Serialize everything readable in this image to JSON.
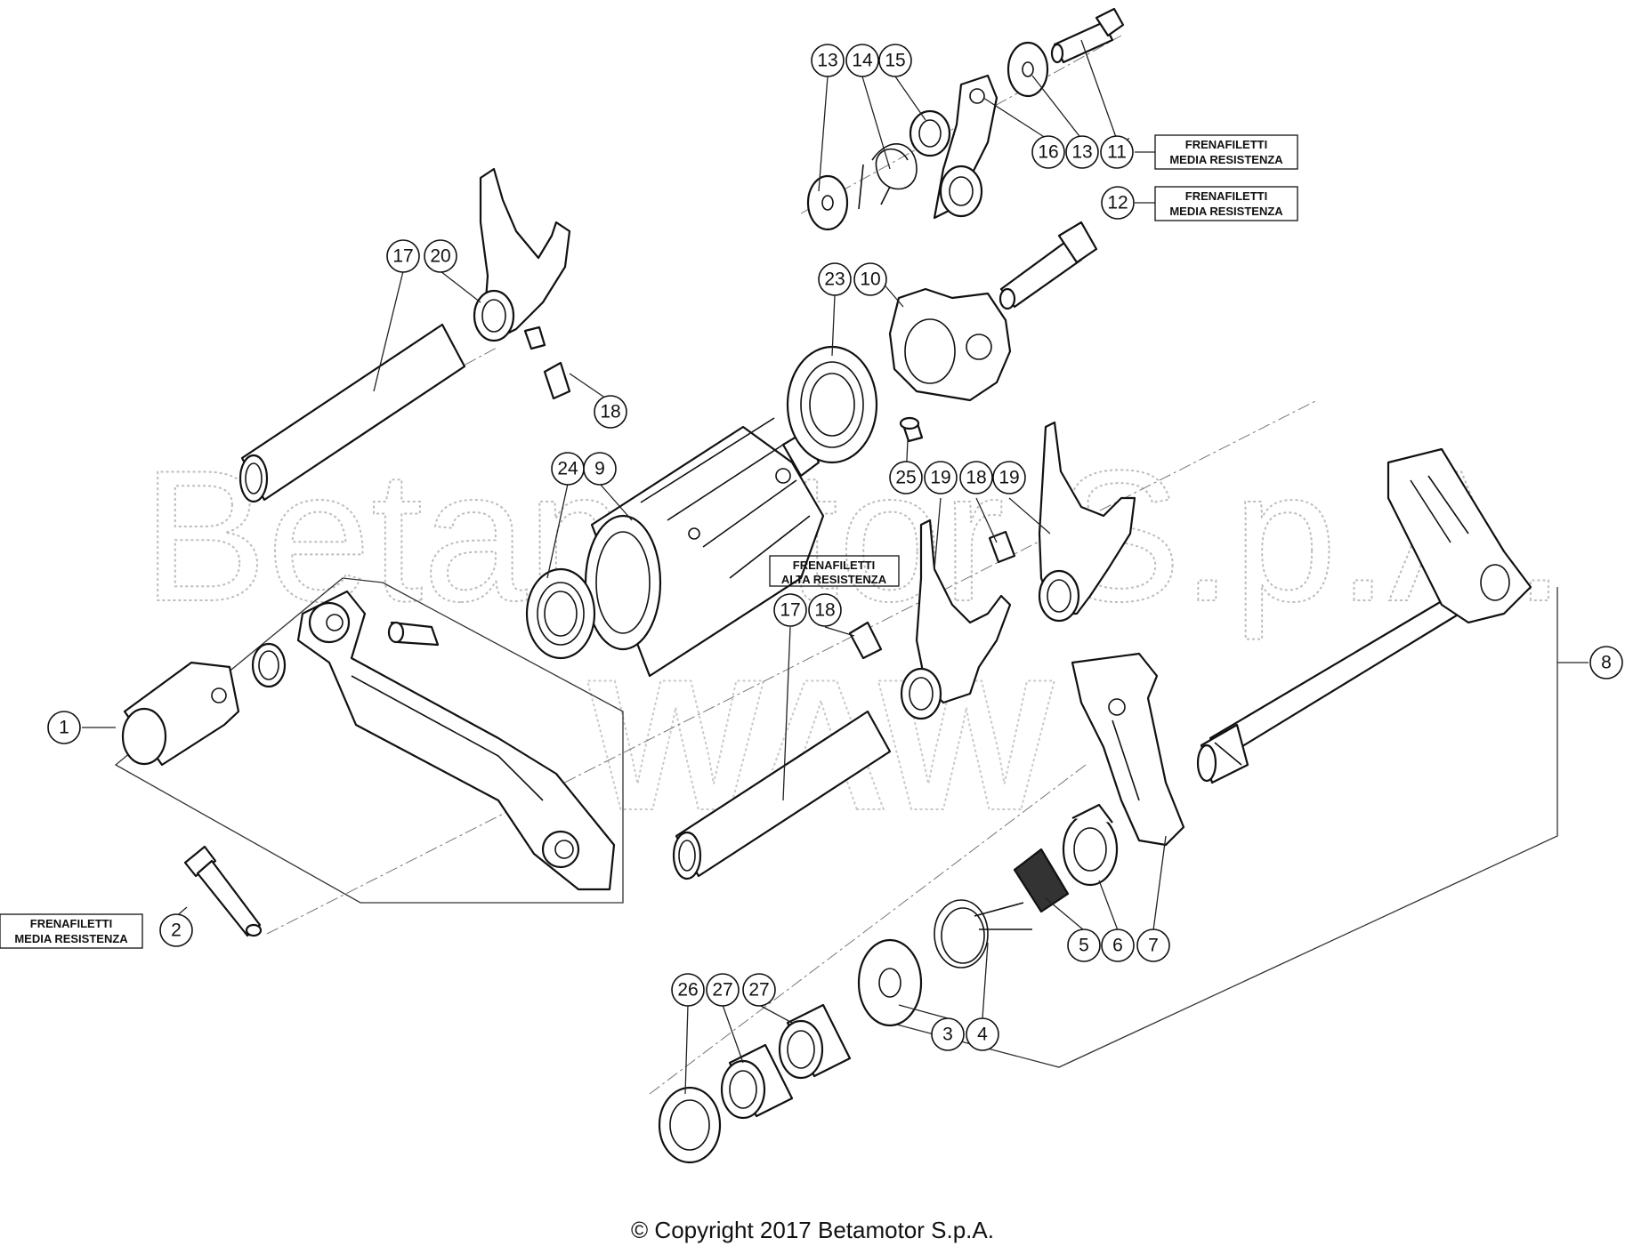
{
  "watermark": {
    "line1": "Betamotor S.p.A.",
    "line2": "WAW",
    "color": "#bdbdbd"
  },
  "notes": {
    "frenafiletti": "FRENAFILETTI",
    "media": "MEDIA RESISTENZA",
    "alta": "ALTA RESISTENZA"
  },
  "callouts": {
    "c1": "1",
    "c2": "2",
    "c3": "3",
    "c4": "4",
    "c5": "5",
    "c6": "6",
    "c7": "7",
    "c8": "8",
    "c9": "9",
    "c10": "10",
    "c11": "11",
    "c12": "12",
    "c13a": "13",
    "c13b": "13",
    "c14": "14",
    "c15": "15",
    "c16": "16",
    "c17a": "17",
    "c17b": "17",
    "c18a": "18",
    "c18b": "18",
    "c18c": "18",
    "c19a": "19",
    "c19b": "19",
    "c20": "20",
    "c23": "23",
    "c24": "24",
    "c25": "25",
    "c26": "26",
    "c27a": "27",
    "c27b": "27"
  },
  "footer": {
    "copyright": "© Copyright 2017 Betamotor S.p.A."
  }
}
